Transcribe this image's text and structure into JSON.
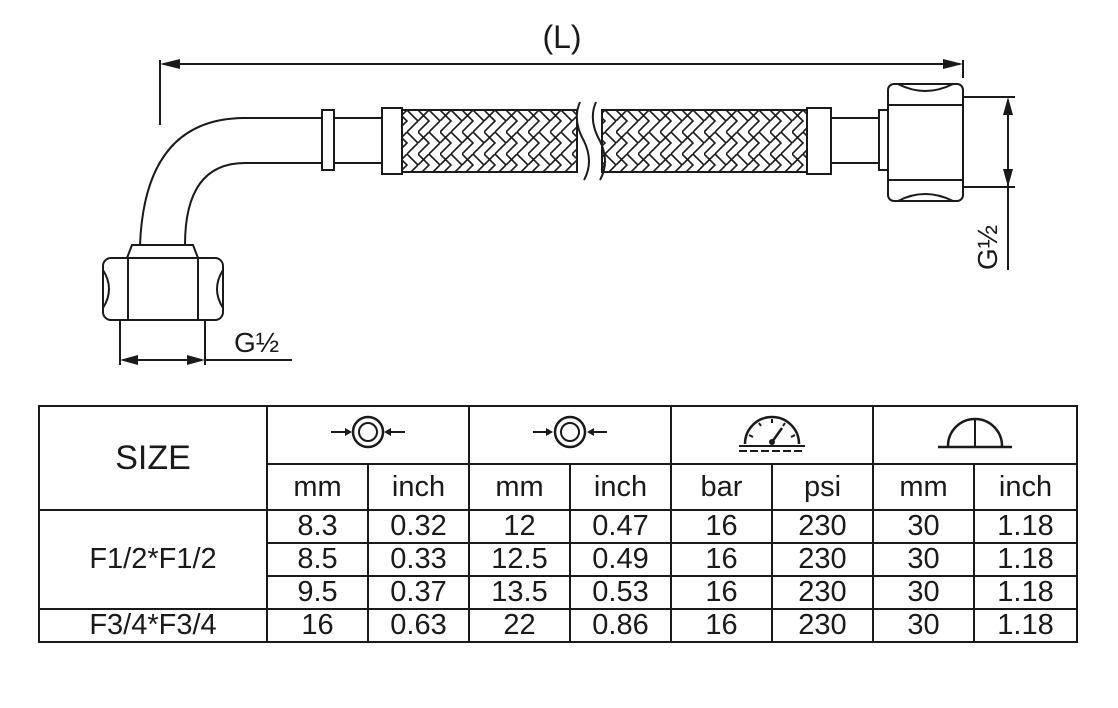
{
  "diagram": {
    "length_label": "(L)",
    "thread_left_label": "G½",
    "thread_right_label": "G½"
  },
  "table": {
    "size_header": "SIZE",
    "groups": [
      {
        "icon": "inner-diameter-icon",
        "units": [
          "mm",
          "inch"
        ]
      },
      {
        "icon": "outer-diameter-icon",
        "units": [
          "mm",
          "inch"
        ]
      },
      {
        "icon": "pressure-gauge-icon",
        "units": [
          "bar",
          "psi"
        ]
      },
      {
        "icon": "bend-radius-icon",
        "units": [
          "mm",
          "inch"
        ]
      }
    ],
    "rows": [
      {
        "size": "F1/2*F1/2",
        "values": [
          "8.3",
          "0.32",
          "12",
          "0.47",
          "16",
          "230",
          "30",
          "1.18"
        ]
      },
      {
        "size": "",
        "values": [
          "8.5",
          "0.33",
          "12.5",
          "0.49",
          "16",
          "230",
          "30",
          "1.18"
        ]
      },
      {
        "size": "",
        "values": [
          "9.5",
          "0.37",
          "13.5",
          "0.53",
          "16",
          "230",
          "30",
          "1.18"
        ]
      },
      {
        "size": "F3/4*F3/4",
        "values": [
          "16",
          "0.63",
          "22",
          "0.86",
          "16",
          "230",
          "30",
          "1.18"
        ]
      }
    ]
  }
}
